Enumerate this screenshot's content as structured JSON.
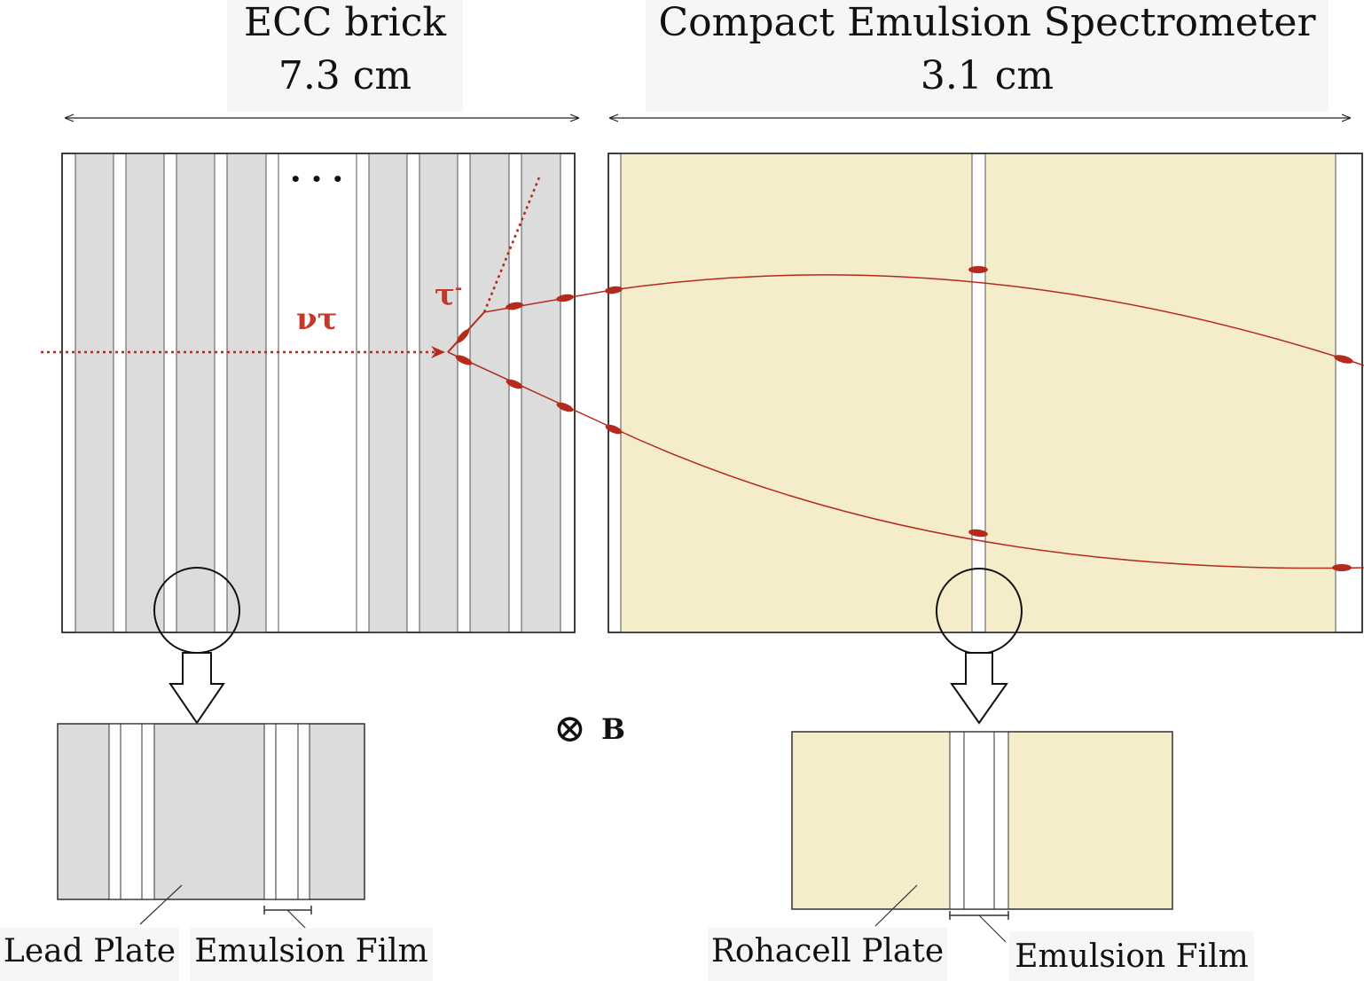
{
  "ecc": {
    "title": "ECC brick",
    "size": "7.3 cm",
    "ellipsis": "• • •"
  },
  "ces": {
    "title": "Compact Emulsion Spectrometer",
    "size": "3.1 cm"
  },
  "particles": {
    "neutrino": "ντ",
    "tau": "τ-"
  },
  "field": {
    "symbol": "⊗",
    "label": "B"
  },
  "ecc_zoom": {
    "label_plate": "Lead Plate",
    "label_film": "Emulsion Film"
  },
  "ces_zoom": {
    "label_plate": "Rohacell Plate",
    "label_film": "Emulsion Film"
  },
  "colors": {
    "lead": "#dcdcdc",
    "rohacell": "#f5ecca",
    "film": "#ffffff",
    "track": "#b52a1c",
    "outline": "#222222"
  }
}
